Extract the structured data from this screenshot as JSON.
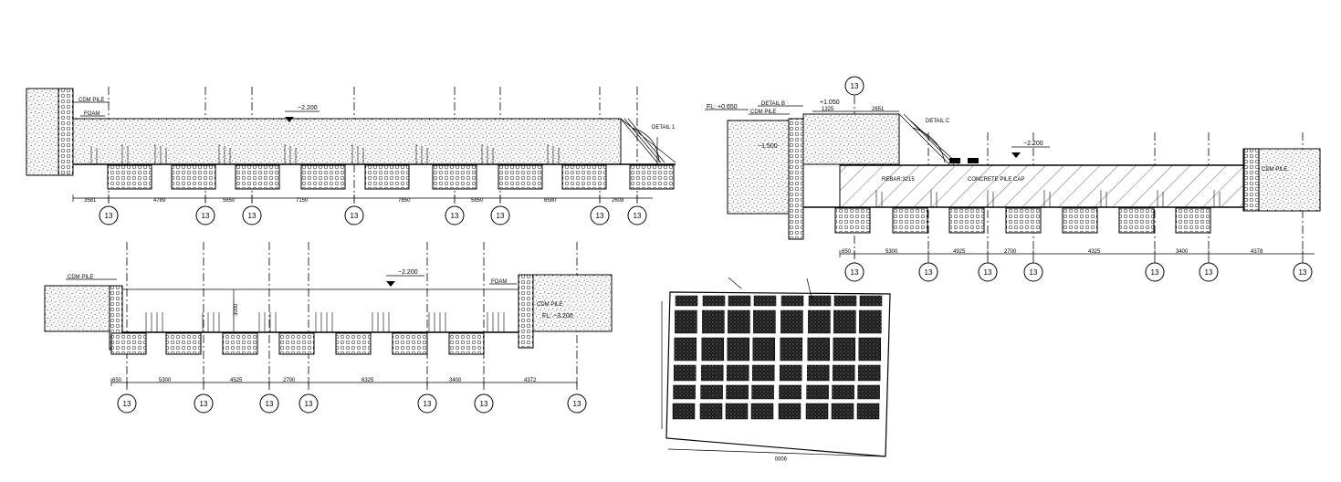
{
  "sections": {
    "top_left": {
      "labels": {
        "pile": "CDM PILE",
        "foam": "FOAM",
        "level": "−2.200",
        "detail": "DETAIL 1"
      },
      "dims": [
        "3581",
        "4789",
        "5650",
        "7150",
        "7850",
        "5850",
        "6580",
        "2608"
      ]
    },
    "top_right": {
      "labels": {
        "fl": "FL: +0.650",
        "detail_b": "DETAIL B",
        "pile": "CDM PILE",
        "level_high": "+1.050",
        "level_small": "−1.500",
        "detail_c": "DETAIL C",
        "rebar": "REBAR:3215",
        "level": "−2.200",
        "cap": "CONCRETE PILE CAP",
        "pile_right": "CDM PILE"
      },
      "top_dims": [
        "1325",
        "2651"
      ],
      "dims": [
        "650",
        "5300",
        "4925",
        "2700",
        "4325",
        "3400",
        "4378"
      ]
    },
    "bottom_left": {
      "labels": {
        "pile": "CDM PILE",
        "level": "−2.200",
        "foam": "FOAM",
        "pile_right": "CDM PILE",
        "fl": "FL: −3.200",
        "depth": "3000"
      },
      "dims": [
        "650",
        "5300",
        "4525",
        "2700",
        "6325",
        "3400",
        "4372"
      ]
    },
    "plan": {
      "width_dim": "9000"
    }
  },
  "grid_bubble_label": "13"
}
